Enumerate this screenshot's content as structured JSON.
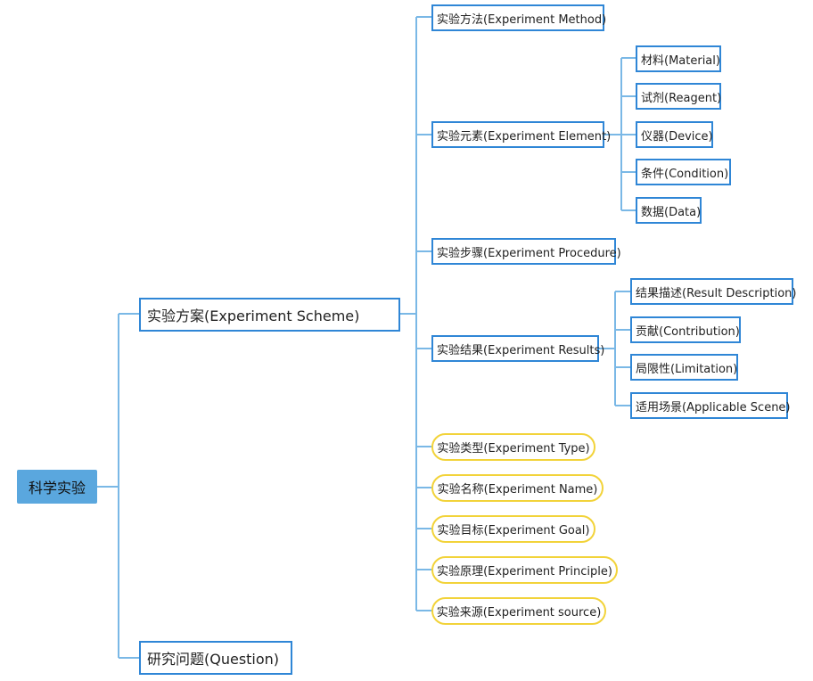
{
  "root": {
    "label": "科学实验",
    "color": "#5aa7de"
  },
  "scheme": {
    "label": "实验方案(Experiment Scheme)",
    "method": "实验方法(Experiment Method)",
    "element": {
      "label": "实验元素(Experiment Element)",
      "children": [
        "材料(Material)",
        "试剂(Reagent)",
        "仪器(Device)",
        "条件(Condition)",
        "数据(Data)"
      ]
    },
    "procedure": "实验步骤(Experiment Procedure)",
    "results": {
      "label": "实验结果(Experiment Results)",
      "children": [
        "结果描述(Result Description)",
        "贡献(Contribution)",
        "局限性(Limitation)",
        "适用场景(Applicable Scene)"
      ]
    },
    "attributes": [
      "实验类型(Experiment Type)",
      "实验名称(Experiment Name)",
      "实验目标(Experiment Goal)",
      "实验原理(Experiment Principle)",
      "实验来源(Experiment source)"
    ]
  },
  "question": {
    "label": "研究问题(Question)"
  },
  "colors": {
    "link": "#7ab8e6",
    "rect_border": "#2f86d6",
    "pill_border": "#f2d33a"
  }
}
